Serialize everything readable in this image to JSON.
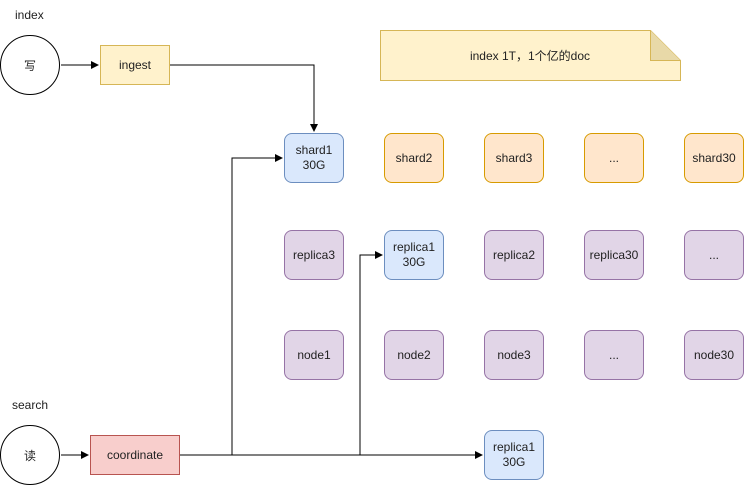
{
  "labels": {
    "index": "index",
    "search": "search"
  },
  "circles": {
    "write": "写",
    "read": "读"
  },
  "ingest": "ingest",
  "coordinate": "coordinate",
  "note": "index 1T，1个亿的doc",
  "shards": [
    "shard1\n30G",
    "shard2",
    "shard3",
    "...",
    "shard30"
  ],
  "replicas": [
    "replica3",
    "replica1\n30G",
    "replica2",
    "replica30",
    "..."
  ],
  "nodes": [
    "node1",
    "node2",
    "node3",
    "...",
    "node30"
  ],
  "extra_replica": "replica1\n30G",
  "colors": {
    "primary_fill": "#dae8fc",
    "primary_stroke": "#6c8ebf",
    "shard_fill": "#ffe6cc",
    "shard_stroke": "#d79b00",
    "purple_fill": "#e1d5e7",
    "purple_stroke": "#9673a6",
    "ingest_fill": "#fff2cc",
    "ingest_stroke": "#d6b656",
    "coord_fill": "#f8cecc",
    "coord_stroke": "#b85450"
  }
}
